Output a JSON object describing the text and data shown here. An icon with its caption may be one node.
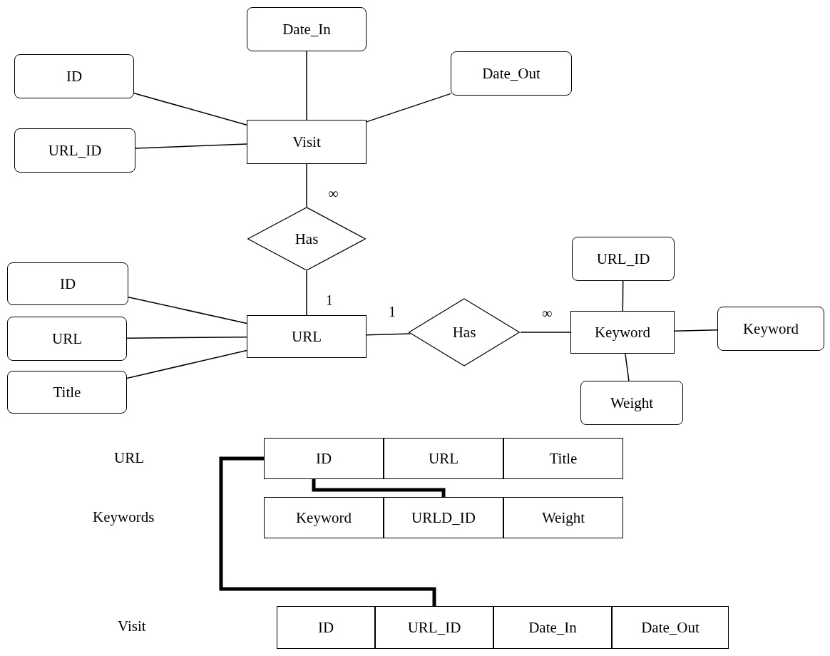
{
  "diagram": {
    "nodes": [
      {
        "text": [
          "Date_In"
        ]
      },
      {
        "text": [
          "Date_Out"
        ]
      },
      {
        "text": [
          "ID"
        ]
      },
      {
        "text": [
          "Visit"
        ]
      },
      {
        "text": [
          "URL_ID"
        ]
      },
      {
        "text": [
          "Has"
        ]
      },
      {
        "text": [
          "ID"
        ]
      },
      {
        "text": [
          "URL_ID"
        ]
      },
      {
        "text": [
          "URL"
        ]
      },
      {
        "text": [
          "URL"
        ]
      },
      {
        "text": [
          "Has"
        ]
      },
      {
        "text": [
          "Keyword"
        ]
      },
      {
        "text": [
          "Keyword"
        ]
      },
      {
        "text": [
          "Title"
        ]
      },
      {
        "text": [
          "Weight"
        ]
      },
      {
        "text": [
          "ID"
        ]
      },
      {
        "text": [
          "URL"
        ]
      },
      {
        "text": [
          "Title"
        ]
      },
      {
        "text": [
          "Keyword"
        ]
      },
      {
        "text": [
          "URLD_ID"
        ]
      },
      {
        "text": [
          "Weight"
        ]
      },
      {
        "text": [
          "ID"
        ]
      },
      {
        "text": [
          "URL_ID"
        ]
      },
      {
        "text": [
          "Date_In"
        ]
      },
      {
        "text": [
          "Date_Out"
        ]
      }
    ],
    "edges": [
      {
        "from": 0,
        "to": 3,
        "arrow": "none"
      },
      {
        "from": 1,
        "to": 3,
        "arrow": "none"
      },
      {
        "from": 2,
        "to": 3,
        "arrow": "none"
      },
      {
        "from": 4,
        "to": 3,
        "arrow": "none"
      },
      {
        "from": 3,
        "to": 5,
        "arrow": "none",
        "label": "∞"
      },
      {
        "from": 5,
        "to": 8,
        "arrow": "none",
        "label": "1"
      },
      {
        "from": 6,
        "to": 8,
        "arrow": "none"
      },
      {
        "from": 9,
        "to": 8,
        "arrow": "none"
      },
      {
        "from": 13,
        "to": 8,
        "arrow": "none"
      },
      {
        "from": 8,
        "to": 10,
        "arrow": "none",
        "label": "1"
      },
      {
        "from": 10,
        "to": 11,
        "arrow": "none",
        "label": "∞"
      },
      {
        "from": 7,
        "to": 11,
        "arrow": "none"
      },
      {
        "from": 12,
        "to": 11,
        "arrow": "none"
      },
      {
        "from": 14,
        "to": 11,
        "arrow": "none"
      },
      {
        "from": 15,
        "to": 19,
        "arrow": "none",
        "style": "thick"
      },
      {
        "from": 15,
        "to": 22,
        "arrow": "none",
        "style": "thick"
      }
    ],
    "labels": [
      "URL",
      "Keywords",
      "Visit"
    ]
  }
}
